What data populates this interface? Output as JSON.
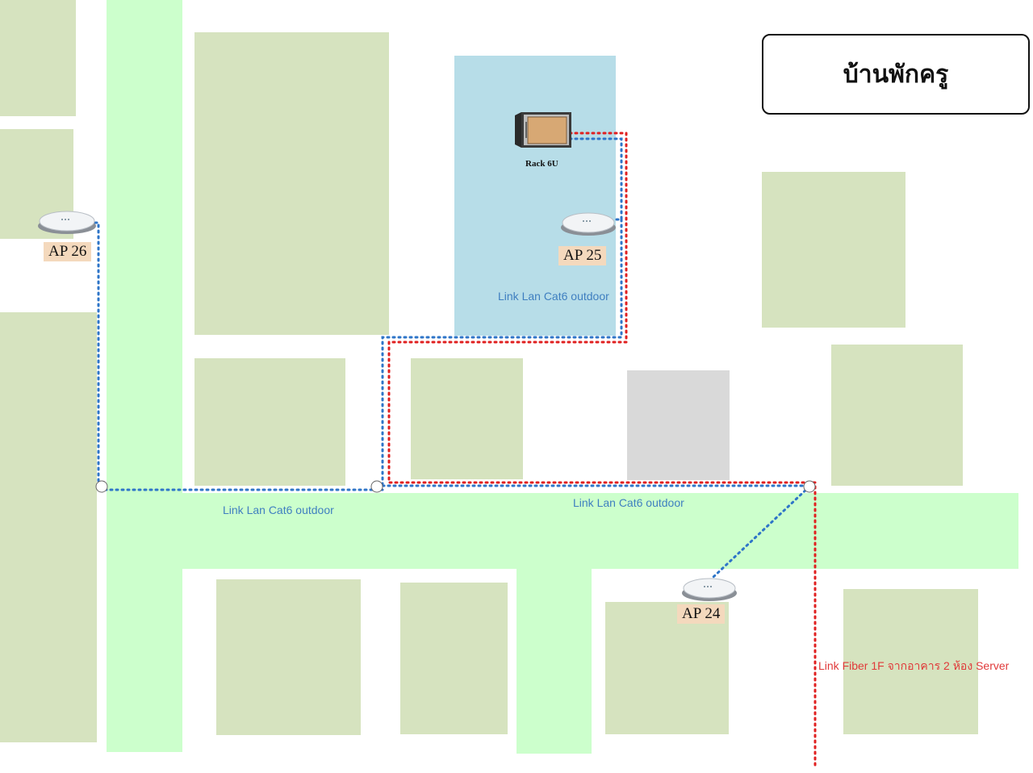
{
  "title": "บ้านพักครู",
  "rack": {
    "label": "Rack 6U",
    "icon": "server-rack-icon"
  },
  "access_points": [
    {
      "id": "ap26",
      "label": "AP 26",
      "icon": "wifi-access-point-icon"
    },
    {
      "id": "ap25",
      "label": "AP 25",
      "icon": "wifi-access-point-icon"
    },
    {
      "id": "ap24",
      "label": "AP 24",
      "icon": "wifi-access-point-icon"
    }
  ],
  "links": {
    "lan_ap25": "Link Lan Cat6 outdoor",
    "lan_left": "Link Lan Cat6 outdoor",
    "lan_middle": "Link Lan Cat6 outdoor",
    "fiber": "Link Fiber 1F จากอาคาร 2 ห้อง Server"
  },
  "colors": {
    "building": "#d6e3bf",
    "road": "#ccffcc",
    "teacher_house_area": "#b7dde8",
    "gray_building": "#d9d9d9",
    "lan_cable": "#2e75c8",
    "fiber_cable": "#e02020",
    "ap_label_bg": "#f4d9bd"
  }
}
